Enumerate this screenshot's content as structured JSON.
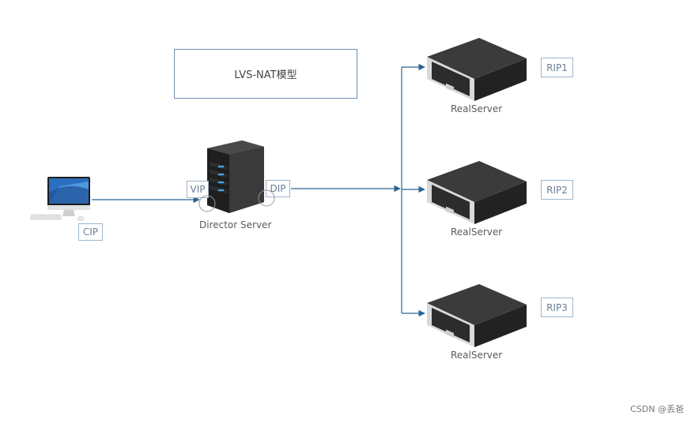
{
  "title": "LVS-NAT模型",
  "client": {
    "label": "CIP"
  },
  "director": {
    "caption": "Director Server",
    "vip_label": "VIP",
    "dip_label": "DIP"
  },
  "real_servers": [
    {
      "caption": "RealServer",
      "rip_label": "RIP1"
    },
    {
      "caption": "RealServer",
      "rip_label": "RIP2"
    },
    {
      "caption": "RealServer",
      "rip_label": "RIP3"
    }
  ],
  "watermark": "CSDN @丢爸",
  "colors": {
    "line": "#2a6496",
    "box_border": "#9fb6cc",
    "server_dark": "#3a3a3a"
  },
  "icons": {
    "client": "imac-desktop-icon",
    "director": "tower-server-icon",
    "real_server": "rack-server-icon"
  }
}
